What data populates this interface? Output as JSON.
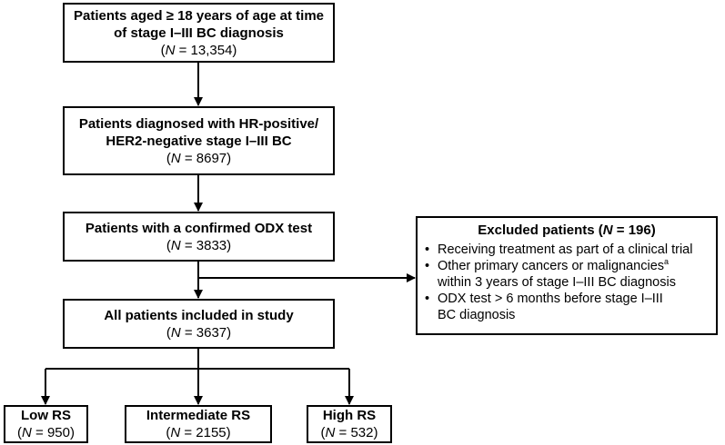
{
  "boxes": {
    "aged": {
      "title_lines": [
        "Patients aged ≥ 18 years of age at time",
        "of stage I–III BC diagnosis"
      ],
      "n_prefix": "(",
      "n_var": "N",
      "n_value": " = 13,354)"
    },
    "hr": {
      "title_lines": [
        "Patients diagnosed with HR-positive/",
        "HER2-negative stage I–III BC"
      ],
      "n_prefix": "(",
      "n_var": "N",
      "n_value": " = 8697)"
    },
    "odx": {
      "title_lines": [
        "Patients with a confirmed ODX test"
      ],
      "n_prefix": "(",
      "n_var": "N",
      "n_value": " = 3833)"
    },
    "all": {
      "title_lines": [
        "All patients included in study"
      ],
      "n_prefix": "(",
      "n_var": "N",
      "n_value": " = 3637)"
    },
    "low": {
      "title_lines": [
        "Low RS"
      ],
      "n_prefix": "(",
      "n_var": "N",
      "n_value": " = 950)"
    },
    "intermediate": {
      "title_lines": [
        "Intermediate RS"
      ],
      "n_prefix": "(",
      "n_var": "N",
      "n_value": " = 2155)"
    },
    "high": {
      "title_lines": [
        "High RS"
      ],
      "n_prefix": "(",
      "n_var": "N",
      "n_value": " = 532)"
    }
  },
  "excluded": {
    "head_prefix": "Excluded patients (",
    "head_var": "N",
    "head_value": " = 196)",
    "items": [
      [
        "Receiving treatment as part of a clinical trial"
      ],
      [
        "Other primary cancers or malignancies",
        "within 3 years of stage I–III BC diagnosis"
      ],
      [
        "ODX test > 6 months before stage I–III",
        "BC diagnosis"
      ]
    ],
    "footnote_mark": "a"
  }
}
